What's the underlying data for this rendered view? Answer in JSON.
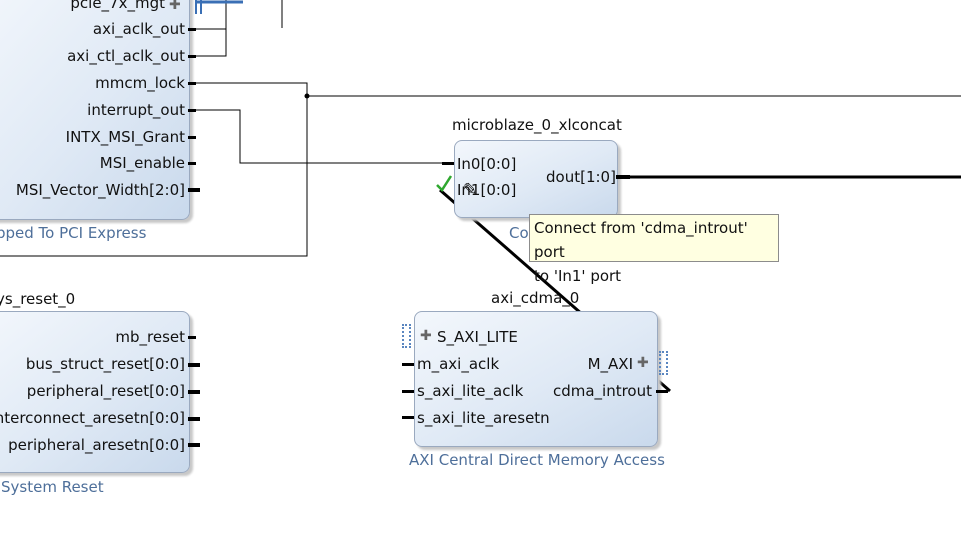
{
  "pcie_block": {
    "title": "pped To PCI Express",
    "ports": [
      "pcie_7x_mgt",
      "axi_aclk_out",
      "axi_ctl_aclk_out",
      "mmcm_lock",
      "interrupt_out",
      "INTX_MSI_Grant",
      "MSI_enable",
      "MSI_Vector_Width[2:0]"
    ]
  },
  "reset_block": {
    "instance": "ys_reset_0",
    "title": "System Reset",
    "ports": [
      "mb_reset",
      "bus_struct_reset[0:0]",
      "peripheral_reset[0:0]",
      "interconnect_aresetn[0:0]",
      "peripheral_aresetn[0:0]"
    ]
  },
  "concat_block": {
    "instance": "microblaze_0_xlconcat",
    "title_partial": "Co",
    "in0": "In0[0:0]",
    "in1": "In1[0:0]",
    "out": "dout[1:0]"
  },
  "cdma_block": {
    "instance": "axi_cdma_0",
    "title": "AXI Central Direct Memory Access",
    "inputs": [
      "S_AXI_LITE",
      "m_axi_aclk",
      "s_axi_lite_aclk",
      "s_axi_lite_aresetn"
    ],
    "outputs": [
      "M_AXI",
      "cdma_introut"
    ]
  },
  "tooltip": {
    "line1": "Connect from 'cdma_introut' port",
    "line2": "to 'In1' port"
  },
  "colors": {
    "block_border": "#9aa9bf",
    "title_text": "#4e6f9a",
    "tooltip_bg": "#ffffe1",
    "valid_check": "#2fa82f"
  },
  "icons": [
    "plus-bus-icon",
    "checkmark-icon",
    "pencil-cursor-icon"
  ]
}
